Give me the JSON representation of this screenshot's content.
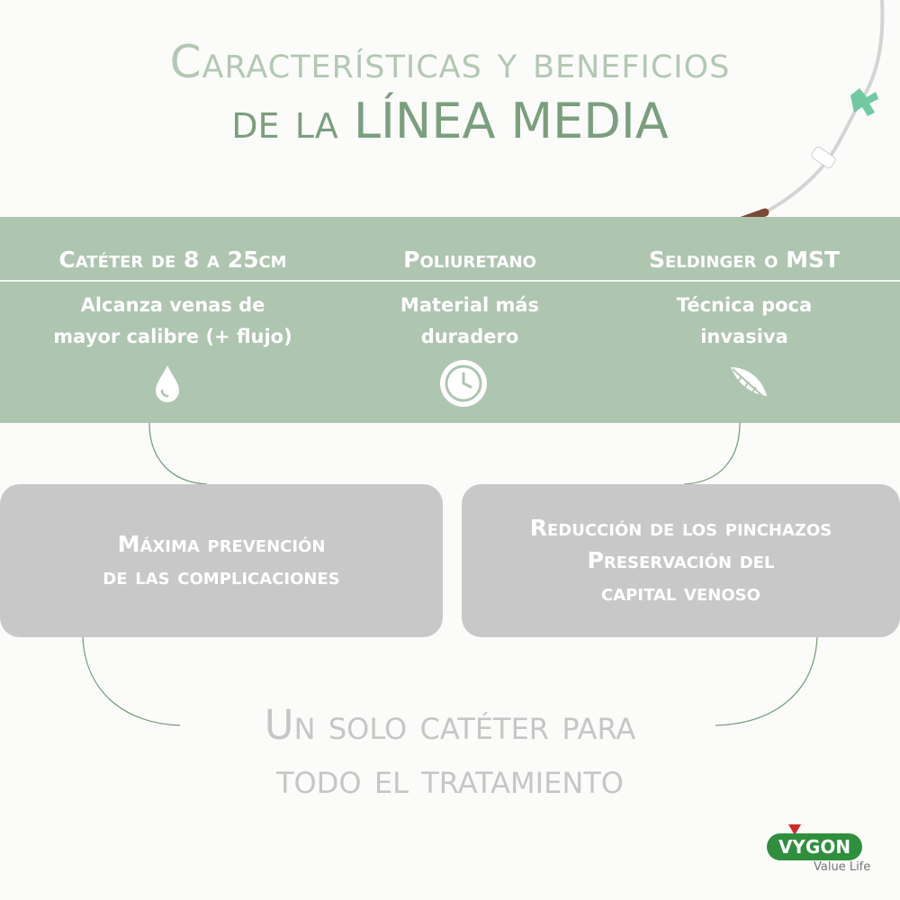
{
  "title": {
    "line1": "Características y beneficios",
    "line2": "de la LÍNEA MEDIA"
  },
  "columns": [
    {
      "heading": "Catéter de 8 a 25cm",
      "text": "Alcanza venas de\nmayor calibre (+ flujo)",
      "icon": "water-drop-icon"
    },
    {
      "heading": "Poliuretano",
      "text": "Material más\nduradero",
      "icon": "clock-icon"
    },
    {
      "heading": "Seldinger o MST",
      "text": "Técnica poca\ninvasiva",
      "icon": "feather-icon"
    }
  ],
  "boxes": [
    {
      "text": "Máxima prevención\nde las complicaciones"
    },
    {
      "text": "Reducción de los pinchazos\nPreservación del\ncapital venoso"
    }
  ],
  "bottom": "Un solo catéter para\ntodo el tratamiento",
  "logo": {
    "brand": "VYGON",
    "tagline": "Value Life"
  },
  "colors": {
    "title_light": "#b3c8b3",
    "title_dark": "#7a9f7d",
    "band": "#aec5b0",
    "box": "#c8c8c9",
    "bottom_text": "#c6c6c6",
    "logo_green": "#2f8f3c"
  }
}
